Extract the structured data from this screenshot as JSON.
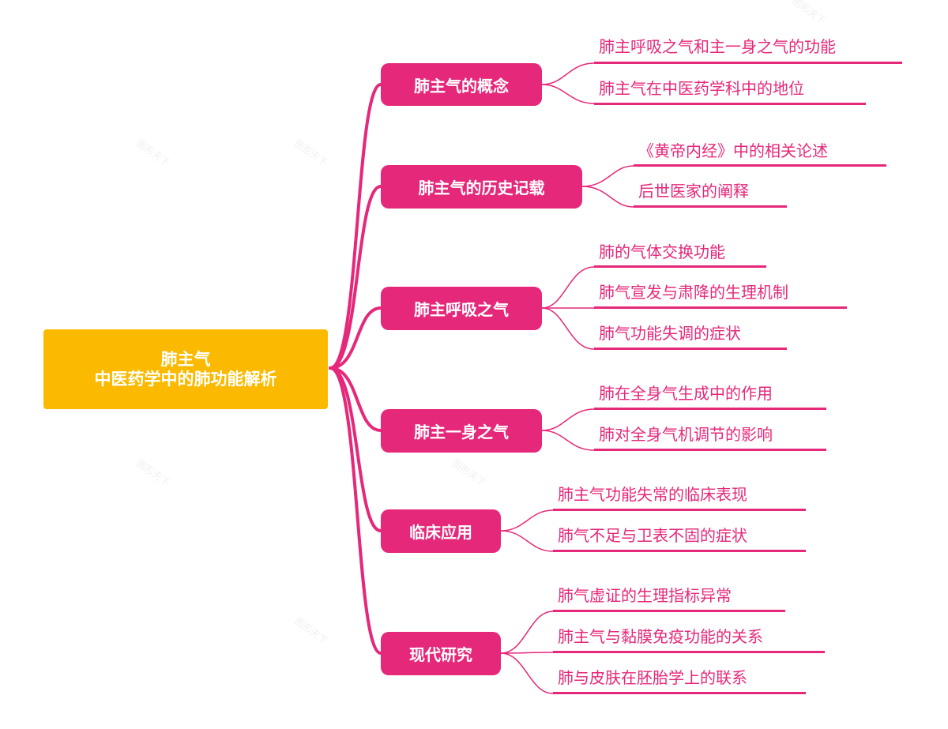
{
  "colors": {
    "root": "#fbba00",
    "topic": "#e5287a",
    "leaf_text": "#e5287a",
    "background": "#ffffff"
  },
  "root": {
    "line1": "肺主气",
    "line2": "中医药学中的肺功能解析"
  },
  "topics": [
    {
      "label": "肺主气的概念",
      "children": [
        "肺主呼吸之气和主一身之气的功能",
        "肺主气在中医药学科中的地位"
      ]
    },
    {
      "label": "肺主气的历史记载",
      "children": [
        "《黄帝内经》中的相关论述",
        "后世医家的阐释"
      ]
    },
    {
      "label": "肺主呼吸之气",
      "children": [
        "肺的气体交换功能",
        "肺气宣发与肃降的生理机制",
        "肺气功能失调的症状"
      ]
    },
    {
      "label": "肺主一身之气",
      "children": [
        "肺在全身气生成中的作用",
        "肺对全身气机调节的影响"
      ]
    },
    {
      "label": "临床应用",
      "children": [
        "肺主气功能失常的临床表现",
        "肺气不足与卫表不固的症状"
      ]
    },
    {
      "label": "现代研究",
      "children": [
        "肺气虚证的生理指标异常",
        "肺主气与黏膜免疫功能的关系",
        "肺与皮肤在胚胎学上的联系"
      ]
    }
  ],
  "watermark": "图形天下"
}
